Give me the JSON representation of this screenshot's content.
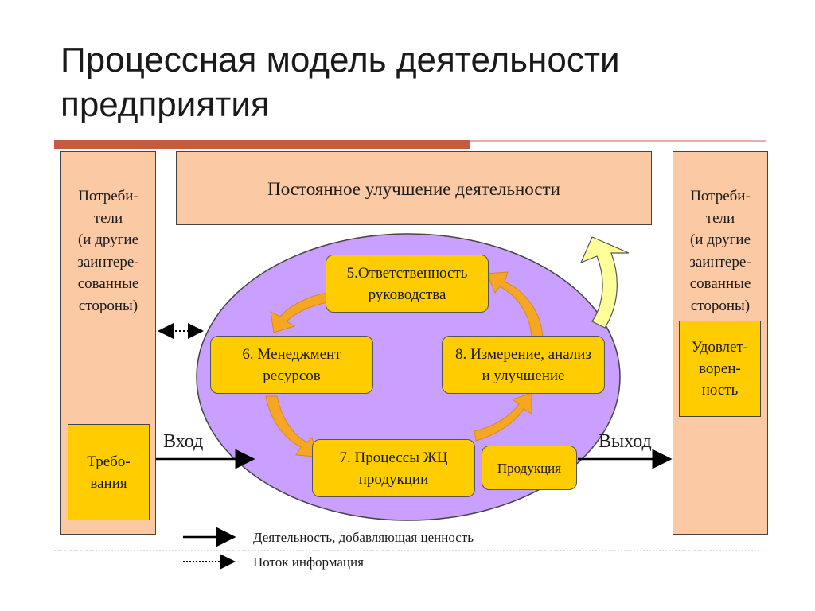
{
  "title": {
    "line1": "Процессная модель деятельности",
    "line2": "предприятия"
  },
  "left_column": {
    "text": "Потреби-\nтели\n(и другие\nзаинтере-\nсованные\nстороны)",
    "requirements": "Требо-\nвания"
  },
  "right_column": {
    "text": "Потреби-\nтели\n(и другие\nзаинтере-\nсованные\nстороны)",
    "satisfaction": "Удовлет-\nворен-\nность"
  },
  "top_banner": "Постоянное улучшение деятельности",
  "processes": {
    "p5": "5.Ответственность\nруководства",
    "p6": "6. Менеджмент\nресурсов",
    "p7": "7. Процессы ЖЦ\nпродукции",
    "p8": "8. Измерение, анализ\nи улучшение",
    "product": "Продукция"
  },
  "flow": {
    "input": "Вход",
    "output": "Выход"
  },
  "legend": {
    "value_activity": "Деятельность, добавляющая ценность",
    "info_flow": "Поток информация"
  },
  "colors": {
    "peach": "#fbc9a3",
    "yellow": "#ffcc00",
    "ellipse": "#c9a0ff",
    "arrow_orange": "#f5a623",
    "improvement_arrow": "#ffff99",
    "divider": "#c55a45"
  }
}
